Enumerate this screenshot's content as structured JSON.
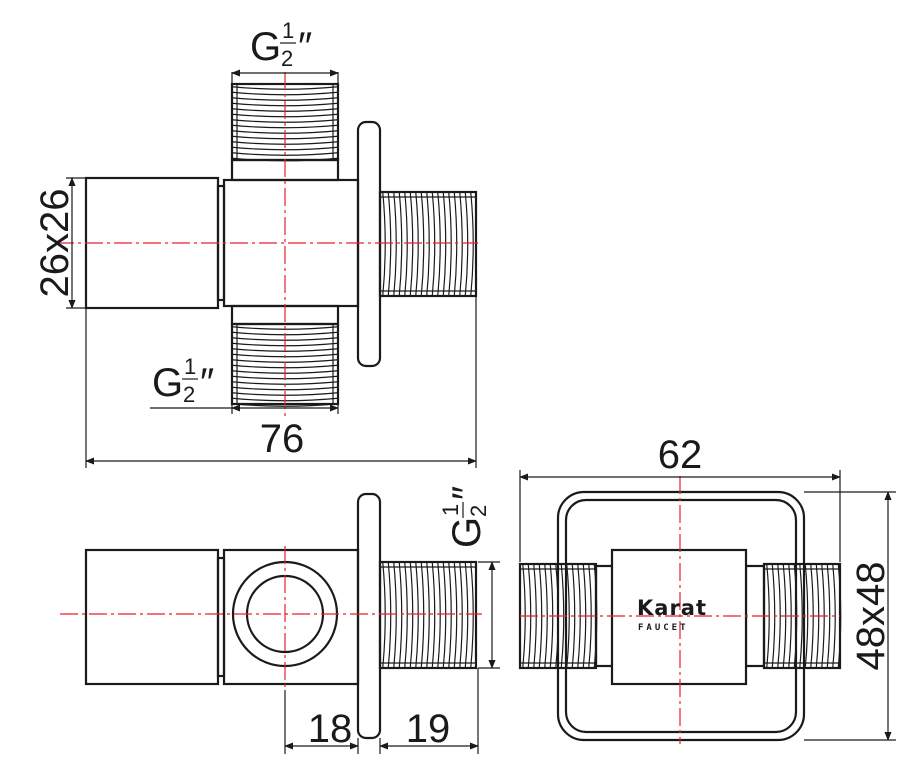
{
  "dimensions": {
    "thread_top": {
      "main": "G",
      "num": "1",
      "den": "2",
      "unit": "″"
    },
    "thread_bottom": {
      "main": "G",
      "num": "1",
      "den": "2",
      "unit": "″"
    },
    "thread_side": {
      "main": "G",
      "num": "1",
      "den": "2",
      "unit": "″"
    },
    "handle_size": "26x26",
    "overall_length": "76",
    "flange_width": "62",
    "flange_height": "48x48",
    "body_depth": "18",
    "outlet_length": "19"
  },
  "logo": {
    "brand": "Karat",
    "sub": "FAUCET"
  }
}
